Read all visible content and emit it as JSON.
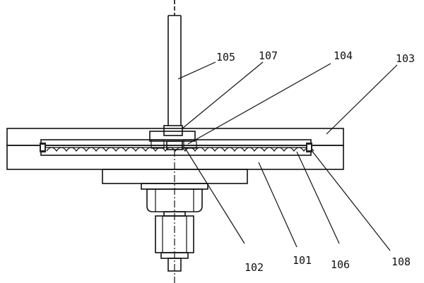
{
  "figure": {
    "labels": {
      "l101": "101",
      "l102": "102",
      "l103": "103",
      "l104": "104",
      "l105": "105",
      "l106": "106",
      "l107": "107",
      "l108": "108"
    },
    "colors": {
      "ink": "#111111",
      "paper": "#ffffff",
      "hatch": "#444444"
    }
  }
}
